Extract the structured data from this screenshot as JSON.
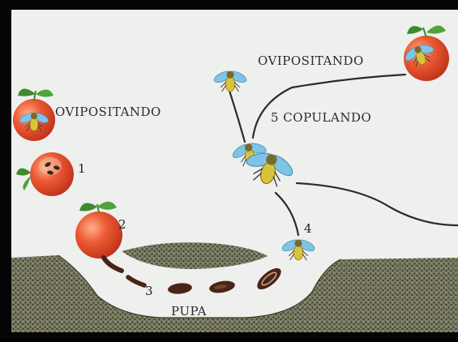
{
  "labels": {
    "oviposit_left": "OVIPOSITANDO",
    "oviposit_top": "OVIPOSITANDO",
    "mating": "5 COPULANDO",
    "pupa": "PUPA"
  },
  "stage_numbers": {
    "egg": "1",
    "larva_fruit": "2",
    "larva_soil": "3",
    "emergence": "4"
  },
  "colors": {
    "background": "#eef0ee",
    "fruit": "#e3522f",
    "leaf": "#3f8a2e",
    "soil": "#4a4a3a",
    "pupa": "#4a2418",
    "fly_body": "#d9c33a",
    "fly_wing": "#7ec4e6",
    "arrow": "#2b2b2b"
  },
  "icons": [
    "fruit-icon",
    "fly-icon",
    "egg-icon",
    "larva-icon",
    "pupa-icon",
    "soil-ground"
  ]
}
